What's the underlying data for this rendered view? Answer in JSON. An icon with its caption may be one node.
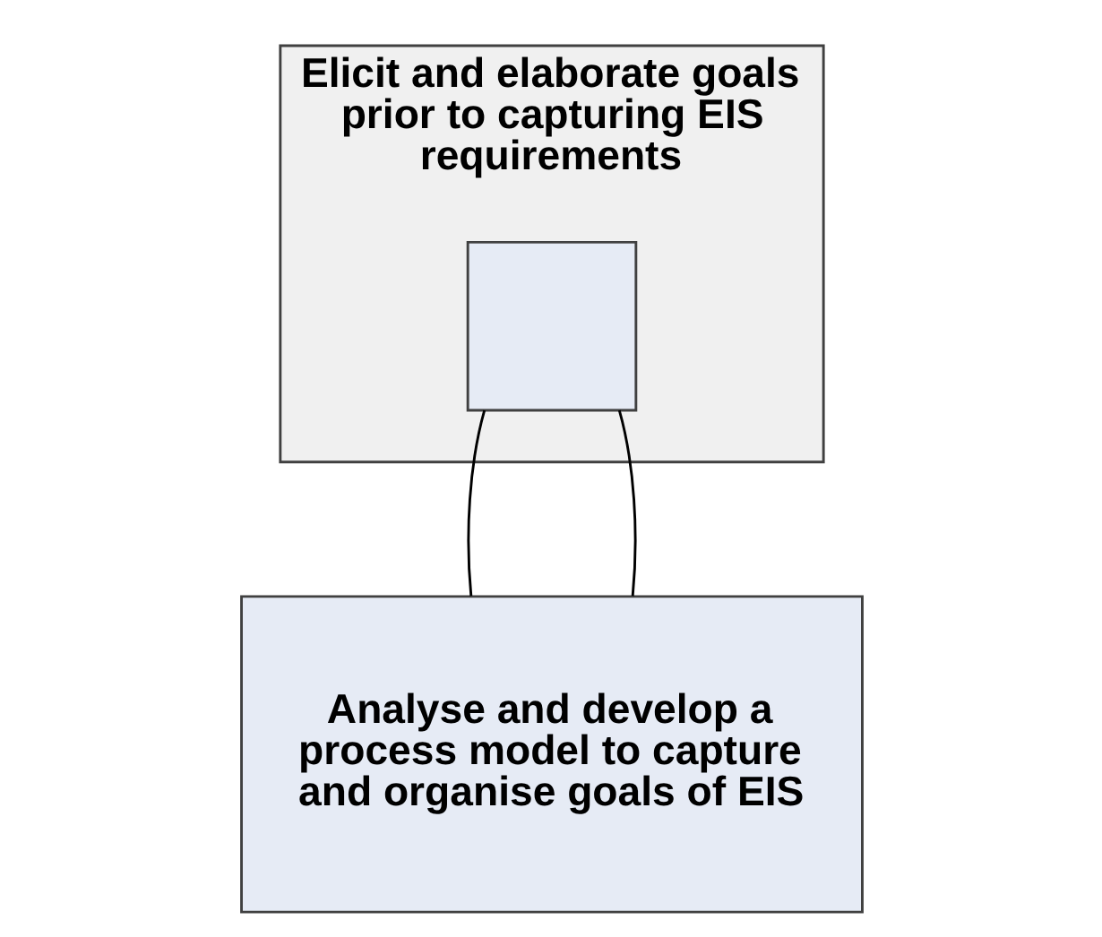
{
  "diagram": {
    "nodes": [
      {
        "text": [
          "Elicit and elaborate goals prior to capturing EIS requirements"
        ]
      },
      {
        "text": [],
        "shape": "box",
        "in": 0
      },
      {
        "text": [
          "Analyse and develop a process model to capture and organise goals of EIS"
        ]
      }
    ],
    "edges": [
      {
        "from": 1,
        "to": 2,
        "arrow": "none"
      },
      {
        "from": 1,
        "to": 2,
        "arrow": "none"
      }
    ]
  }
}
